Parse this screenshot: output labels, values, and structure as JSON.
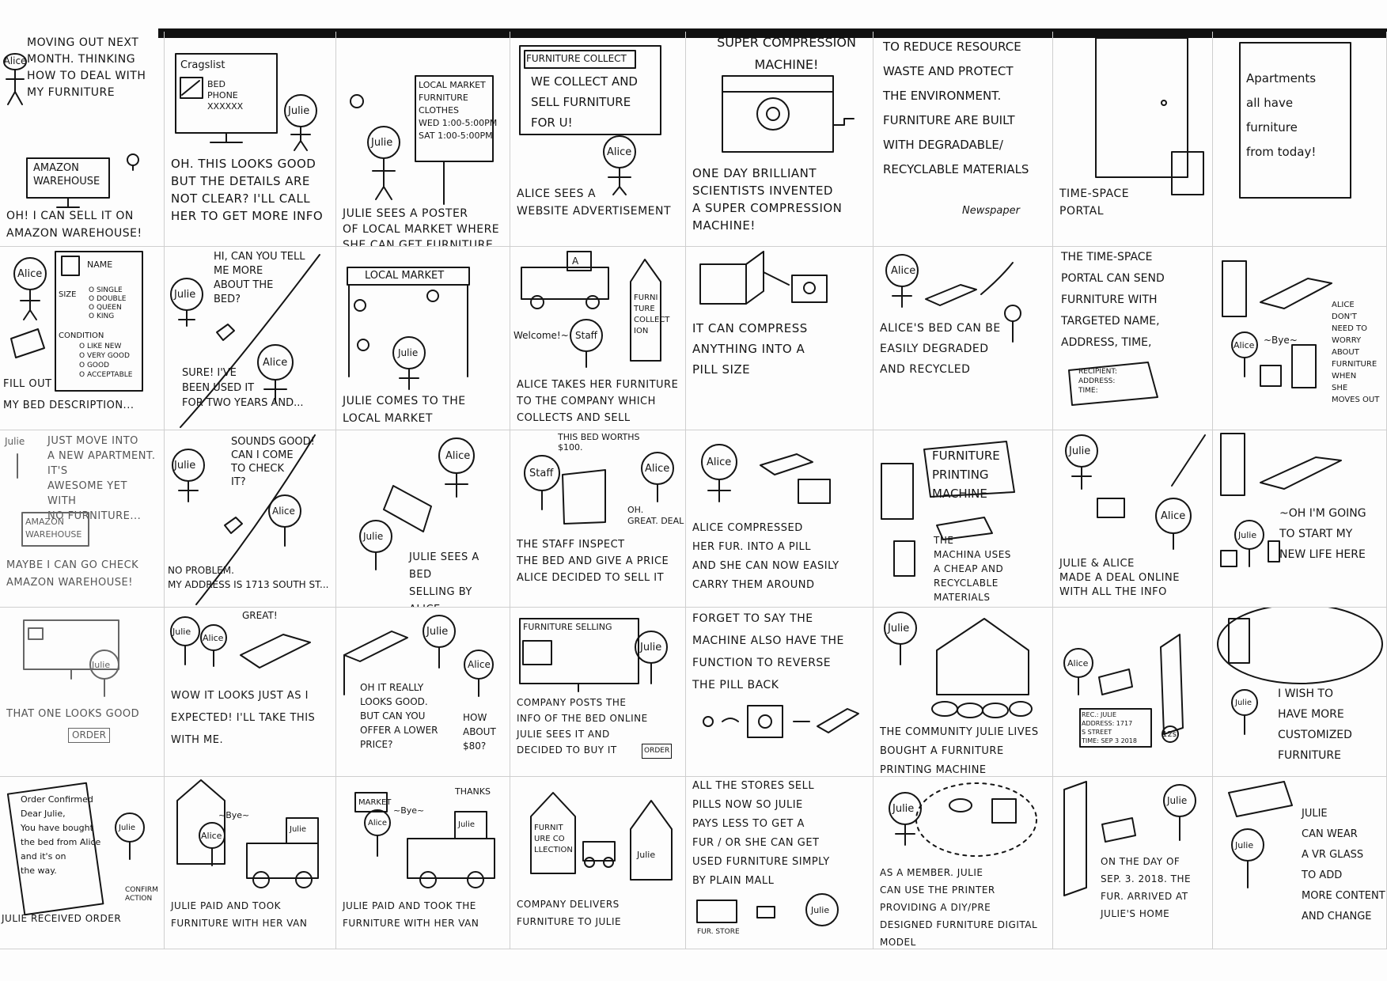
{
  "panels": {
    "p1": {
      "caption": "Moving out next\nmonth. thinking\nhow to deal with\nmy furniture",
      "name": "Alice",
      "sign": "Amazon\nWarehouse",
      "caption2": "Oh! I can sell it on\nAmazon Warehouse!"
    },
    "p2": {
      "screen_title": "Cragslist",
      "screen_lines": "Bed\nPhone\nxxxxxx",
      "name": "Julie",
      "caption": "Oh. This looks good\nbut the details are\nnot clear? I'll call\nher to get more info"
    },
    "p3": {
      "name": "Julie",
      "poster": "Local Market\nfurniture\nclothes\nWed 1:00-5:00pm\nSat 1:00-5:00pm",
      "caption": "Julie sees a poster\nof local market where\nshe can get furniture"
    },
    "p4": {
      "site_header": "Furniture Collect",
      "site_text": "We collect and\nsell furniture\nfor U!",
      "name": "Alice",
      "caption": "Alice sees a\nwebsite advertisement"
    },
    "p5": {
      "title": "Super Compression\nMachine!",
      "caption": "One day brilliant\nscientists invented\na super compression\nmachine!"
    },
    "p6": {
      "text": "To reduce resource\nwaste and protect\nthe environment.\nfurniture are built\nwith degradable/\nrecyclable materials",
      "source": "Newspaper"
    },
    "p7": {
      "caption": "Time-Space\nPortal"
    },
    "p8": {
      "text": "Apartments\nall have\nfurniture\nfrom today!"
    },
    "p9": {
      "name": "Alice",
      "form_title": "Name",
      "form_size": "Size",
      "size_opts": "o Single\no Double\no Queen\no King",
      "form_cond": "Condition",
      "cond_opts": "o Like new\no Very good\no Good\no Acceptable",
      "caption": "Fill out\nmy bed description..."
    },
    "p10": {
      "name1": "Julie",
      "speech1": "Hi, can you tell\nme more\nabout the\nbed?",
      "name2": "Alice",
      "speech2": "Sure! I've\nbeen used it\nfor two years and..."
    },
    "p11": {
      "sign": "Local Market",
      "name": "Julie",
      "caption": "Julie comes to the\nlocal market"
    },
    "p12": {
      "truck_letter": "A",
      "store": "Furni\nture\nCollect\nion",
      "speech": "Welcome!~",
      "name": "Staff",
      "caption": "Alice takes her furniture\nto the company which\ncollects and sell furniture"
    },
    "p13": {
      "caption": "It can compress\nanything into a\npill size"
    },
    "p14": {
      "name": "Alice",
      "caption": "Alice's bed can be\neasily degraded\nand recycled"
    },
    "p15": {
      "text": "The time-space\nportal can send\nfurniture with\ntargeted name,\naddress, time,",
      "form": "Recipient:\nAddress:\nTime:"
    },
    "p16": {
      "name": "Alice",
      "speech": "~Bye~",
      "caption": "Alice\ndon't\nneed to\nworry\nabout\nfurniture\nwhen\nshe\nmoves out"
    },
    "p17": {
      "name": "Julie",
      "caption": "Just move into\na new apartment. It's\nawesome yet with\nno furniture...",
      "sign": "Amazon\nWarehouse",
      "caption2": "Maybe I can go check\nAmazon warehouse!"
    },
    "p18": {
      "name1": "Julie",
      "speech1": "Sounds good!\nCan I come\nto check\nit?",
      "name2": "Alice",
      "speech2": "No problem.\nMy address is 1713 South St..."
    },
    "p19": {
      "name1": "Alice",
      "name2": "Julie",
      "caption": "Julie sees a bed\nselling by Alice"
    },
    "p20": {
      "speech": "This bed worths\n$100.",
      "name1": "Staff",
      "name2": "Alice",
      "reply": "Oh.\ngreat. deal",
      "caption": "The staff inspect\nthe bed and give a price\nAlice decided to sell it"
    },
    "p21": {
      "name": "Alice",
      "caption": "Alice compressed\nher fur. into a pill\nand she can now easily\ncarry them around"
    },
    "p22": {
      "title": "Furniture\nprinting\nmachine",
      "caption": "The\nmachina uses\na cheap and\nrecyclable materials"
    },
    "p23": {
      "name1": "Julie",
      "name2": "Alice",
      "caption": "Julie & Alice\nmade a deal online\nwith all the info"
    },
    "p24": {
      "name": "Julie",
      "speech": "~Oh I'm going\nto start my\nnew life here"
    },
    "p25": {
      "name": "Julie",
      "caption": "That one looks good",
      "button": "Order"
    },
    "p26": {
      "name1": "Julie",
      "name2": "Alice",
      "speech": "Great!",
      "caption": "Wow it looks just as I\nexpected! I'll take this\nwith me."
    },
    "p27": {
      "name1": "Julie",
      "name2": "Alice",
      "speech1": "Oh it really\nlooks good.\nbut can you\noffer a lower\nprice?",
      "speech2": "How\nabout\n$80?"
    },
    "p28": {
      "site_header": "Furniture Selling",
      "name": "Julie",
      "caption": "Company posts the\ninfo of the bed online\nJulie sees it and\ndecided to buy it",
      "button": "Order"
    },
    "p29": {
      "caption": "Forget to say the\nmachine also have the\nfunction to reverse\nthe pill back"
    },
    "p30": {
      "name": "Julie",
      "caption": "The community Julie lives\nbought a furniture\nprinting machine"
    },
    "p31": {
      "name": "Alice",
      "label": "Rec.: Julie\nAddress: 1717\n          S Street\nTime: Sep 3 2018",
      "badge": "12s"
    },
    "p32": {
      "name": "Julie",
      "caption": "I wish to\nhave more\ncustomized\nfurniture"
    },
    "p33": {
      "card": "Order Confirmed\nDear Julie,\nYou have bought\nthe bed from Alice\nand it's on\nthe way.",
      "name": "Julie",
      "btn": "Confirm\nAction",
      "caption": "Julie received order"
    },
    "p34": {
      "name": "Alice",
      "name2": "Julie",
      "speech": "~Bye~",
      "caption": "Julie paid and took\nfurniture with her van"
    },
    "p35": {
      "sign": "Market",
      "name1": "Alice",
      "name2": "Julie",
      "speech1": "~Bye~",
      "speech2": "Thanks",
      "caption": "Julie paid and took the\nfurniture with her van"
    },
    "p36": {
      "store": "Furnit\nure Co\nllection",
      "name": "Julie",
      "caption": "Company delivers\nfurniture to Julie"
    },
    "p37": {
      "caption": "All the stores sell\npills now so Julie\npays less to get a\nfur / or she can get\nused furniture simply\nby plain mall",
      "store": "Fur. Store",
      "name": "Julie"
    },
    "p38": {
      "name": "Julie",
      "caption": "As a member. Julie\ncan use the printer\nproviding a DIY/pre\ndesigned furniture digital model"
    },
    "p39": {
      "name": "Julie",
      "caption": "On the day of\nSep. 3. 2018. The\nfur. arrived at\nJulie's home"
    },
    "p40": {
      "name": "Julie",
      "caption": "Julie\ncan wear\na VR glass\nto add\nmore content\nand change"
    }
  }
}
